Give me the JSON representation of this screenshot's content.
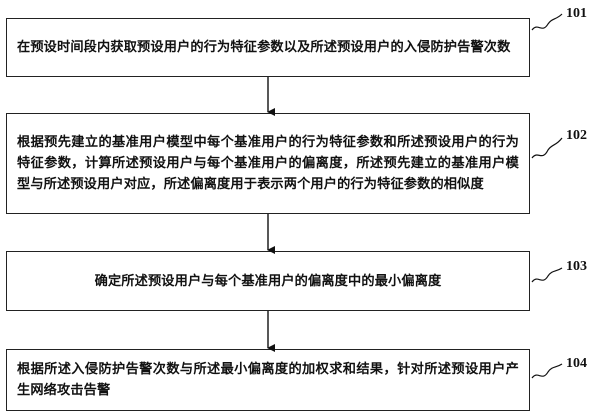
{
  "steps": [
    {
      "id": "101",
      "text": "在预设时间段内获取预设用户的行为特征参数以及所述预设用户的入侵防护告警次数"
    },
    {
      "id": "102",
      "text": "根据预先建立的基准用户模型中每个基准用户的行为特征参数和所述预设用户的行为特征参数，计算所述预设用户与每个基准用户的偏离度，所述预先建立的基准用户模型与所述预设用户对应，所述偏离度用于表示两个用户的行为特征参数的相似度"
    },
    {
      "id": "103",
      "text": "确定所述预设用户与每个基准用户的偏离度中的最小偏离度"
    },
    {
      "id": "104",
      "text": "根据所述入侵防护告警次数与所述最小偏离度的加权求和结果，针对所述预设用户产生网络攻击告警"
    }
  ]
}
